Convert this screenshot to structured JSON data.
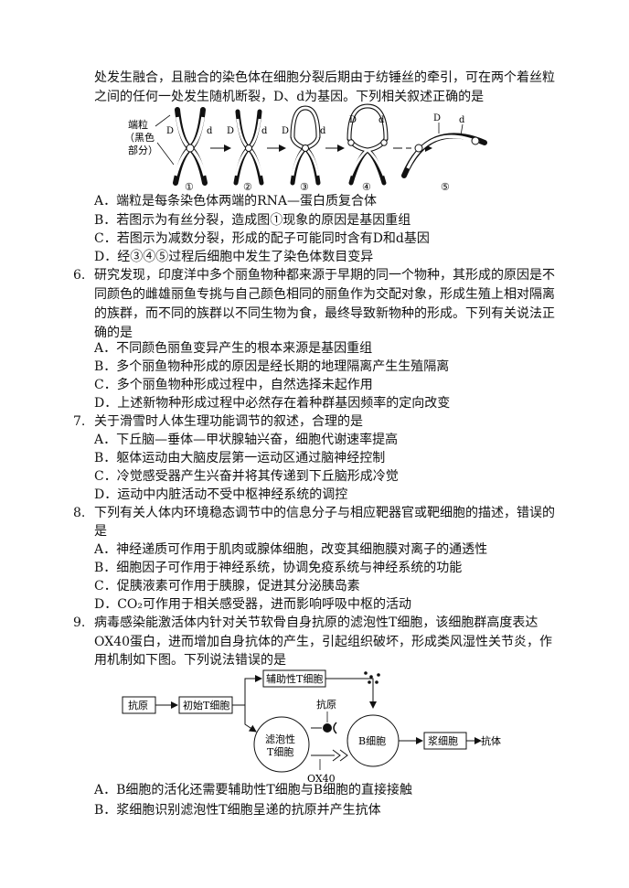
{
  "q5": {
    "lines": [
      "处发生融合，且融合的染色体在细胞分裂后期由于纺锤丝的牵引，可在两个着丝粒",
      "之间的任何一处发生随机断裂，D、d为基因。下列相关叙述正确的是"
    ],
    "figure": {
      "side_label": [
        "端粒",
        "（黑色",
        "部分）"
      ],
      "gene_D": "D",
      "gene_d": "d",
      "steps": [
        "①",
        "②",
        "③",
        "④",
        "⑤"
      ]
    },
    "options": [
      "A．端粒是每条染色体两端的RNA—蛋白质复合体",
      "B．若图示为有丝分裂，造成图①现象的原因是基因重组",
      "C．若图示为减数分裂，形成的配子可能同时含有D和d基因",
      "D．经③④⑤过程后细胞中发生了染色体数目变异"
    ]
  },
  "q6": {
    "number": "6.",
    "lines": [
      "研究发现，印度洋中多个丽鱼物种都来源于早期的同一个物种，其形成的原因是不",
      "同颜色的雌雄丽鱼专挑与自己颜色相同的丽鱼作为交配对象，形成生殖上相对隔离",
      "的族群，而不同的族群以不同生物为食，最终导致新物种的形成。下列有关说法正",
      "确的是"
    ],
    "options": [
      "A．不同颜色丽鱼变异产生的根本来源是基因重组",
      "B．多个丽鱼物种形成的原因是经长期的地理隔离产生生殖隔离",
      "C．多个丽鱼物种形成过程中，自然选择未起作用",
      "D．上述新物种形成过程中必然存在着种群基因频率的定向改变"
    ]
  },
  "q7": {
    "number": "7.",
    "lines": [
      "关于滑雪时人体生理功能调节的叙述，合理的是"
    ],
    "options": [
      "A．下丘脑—垂体—甲状腺轴兴奋，细胞代谢速率提高",
      "B．躯体运动由大脑皮层第一运动区通过脑神经控制",
      "C．冷觉感受器产生兴奋并将其传递到下丘脑形成冷觉",
      "D．运动中内脏活动不受中枢神经系统的调控"
    ]
  },
  "q8": {
    "number": "8.",
    "lines": [
      "下列有关人体内环境稳态调节中的信息分子与相应靶器官或靶细胞的描述，错误的",
      "是"
    ],
    "options": [
      "A．神经递质可作用于肌肉或腺体细胞，改变其细胞膜对离子的通透性",
      "B．细胞因子可作用于神经系统，协调免疫系统与神经系统的功能",
      "C．促胰液素可作用于胰腺，促进其分泌胰岛素",
      "D．CO₂可作用于相关感受器，进而影响呼吸中枢的活动"
    ]
  },
  "q9": {
    "number": "9.",
    "lines": [
      "病毒感染能激活体内针对关节软骨自身抗原的滤泡性T细胞，该细胞群高度表达",
      "OX40蛋白，进而增加自身抗体的产生，引起组织破坏，形成类风湿性关节炎，作",
      "用机制如下图。下列说法错误的是"
    ],
    "figure": {
      "antigen": "抗原",
      "naive_t": "初始T细胞",
      "helper_t": "辅助性T细胞",
      "follicular_t": [
        "滤泡性",
        "T细胞"
      ],
      "antigen_label": "抗原",
      "b_cell": "B细胞",
      "plasma_cell": "浆细胞",
      "antibody": "抗体",
      "ox40": "OX40"
    },
    "options": [
      "A．B细胞的活化还需要辅助性T细胞与B细胞的直接接触",
      "B．浆细胞识别滤泡性T细胞呈递的抗原并产生抗体"
    ]
  }
}
